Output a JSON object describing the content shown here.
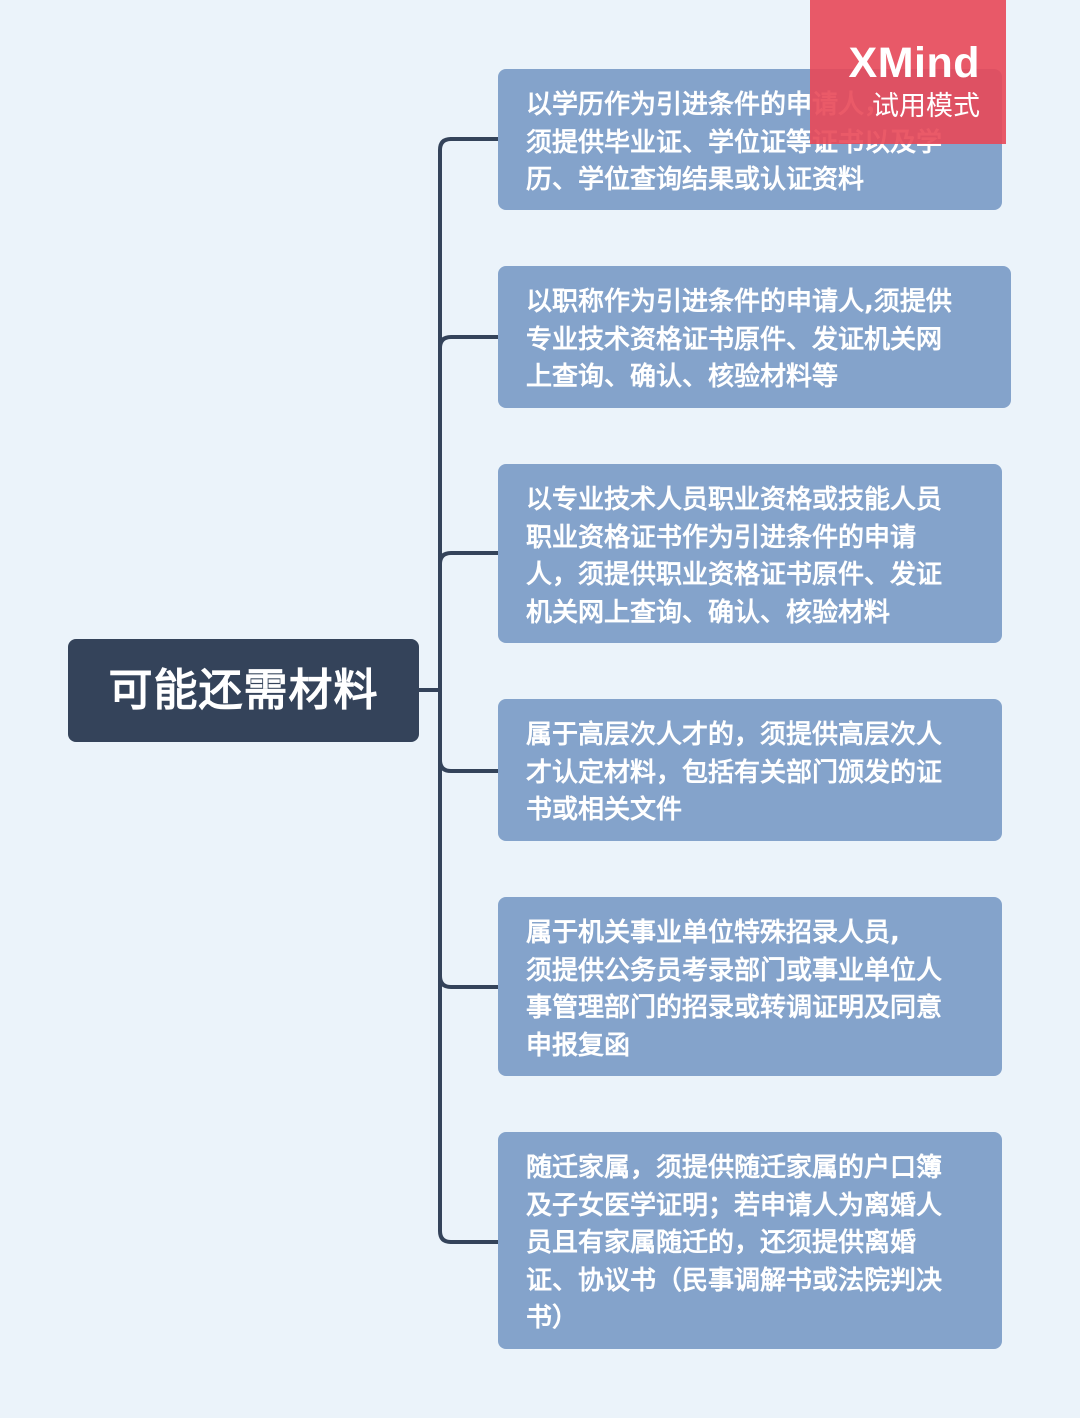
{
  "root": {
    "label": "可能还需材料"
  },
  "topics": [
    {
      "text": "以学历作为引进条件的申请人，\n须提供毕业证、学位证等证书以及学\n历、学位查询结果或认证资料"
    },
    {
      "text": "以职称作为引进条件的申请人,须提供\n专业技术资格证书原件、发证机关网\n上查询、确认、核验材料等"
    },
    {
      "text": "以专业技术人员职业资格或技能人员\n职业资格证书作为引进条件的申请\n人，须提供职业资格证书原件、发证\n机关网上查询、确认、核验材料"
    },
    {
      "text": "属于高层次人才的，须提供高层次人\n才认定材料，包括有关部门颁发的证\n书或相关文件"
    },
    {
      "text": "属于机关事业单位特殊招录人员,\n须提供公务员考录部门或事业单位人\n事管理部门的招录或转调证明及同意\n申报复函"
    },
    {
      "text": "随迁家属，须提供随迁家属的户口簿\n及子女医学证明；若申请人为离婚人\n员且有家属随迁的，还须提供离婚\n证、协议书（民事调解书或法院判决\n书）"
    }
  ],
  "watermark": {
    "brand": "XMind",
    "mode": "试用模式"
  },
  "colors": {
    "background": "#EBF3FA",
    "root_fill": "#34435A",
    "topic_fill": "#84A3CB",
    "connector": "#34435A",
    "watermark": "#E84858"
  }
}
